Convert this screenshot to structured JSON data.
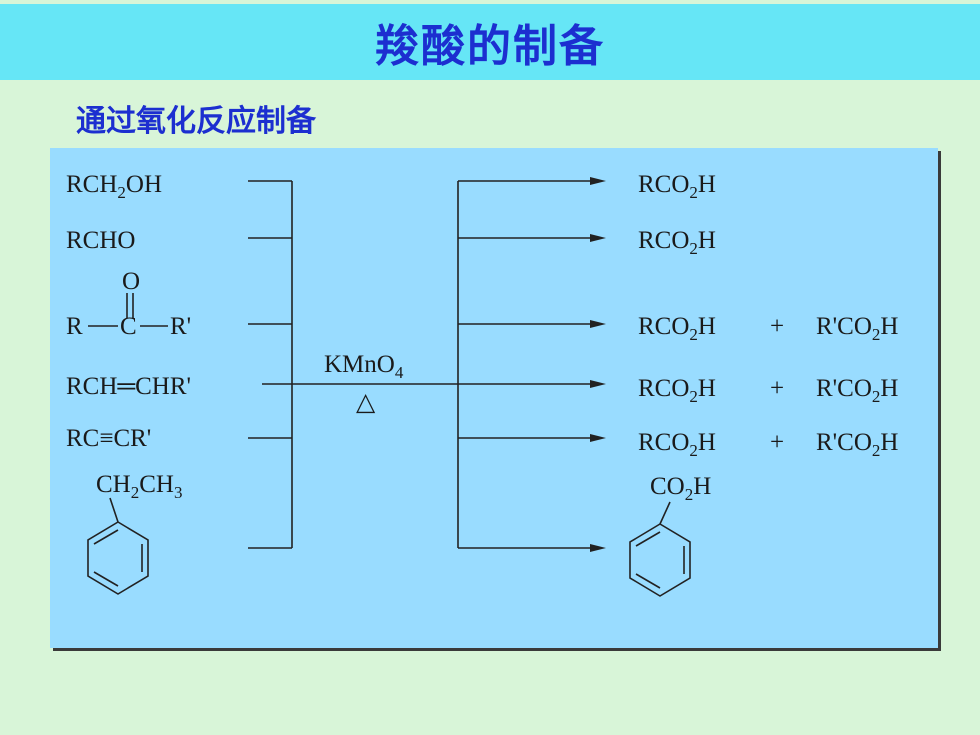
{
  "slide": {
    "title": "羧酸的制备",
    "subtitle": "通过氧化反应制备"
  },
  "scheme": {
    "reactants": {
      "primary_alcohol": {
        "main": "RCH",
        "sub": "2",
        "tail": "OH"
      },
      "aldehyde": "RCHO",
      "ketone_top": "O",
      "ketone": {
        "r1": "R",
        "c": "C",
        "r2": "R'"
      },
      "alkene": "RCH═CHR'",
      "alkyne": "RC≡CR'",
      "ethylbenzene": {
        "a": "CH",
        "sub1": "2",
        "b": "CH",
        "sub2": "3"
      }
    },
    "reagent": {
      "main": "KMnO",
      "sub": "4",
      "condition": "△"
    },
    "products": {
      "acid": {
        "main": "RCO",
        "sub": "2",
        "tail": "H"
      },
      "acid2": {
        "main": "R'CO",
        "sub": "2",
        "tail": "H"
      },
      "plus": "+",
      "benzoic": {
        "main": "CO",
        "sub": "2",
        "tail": "H"
      }
    }
  }
}
